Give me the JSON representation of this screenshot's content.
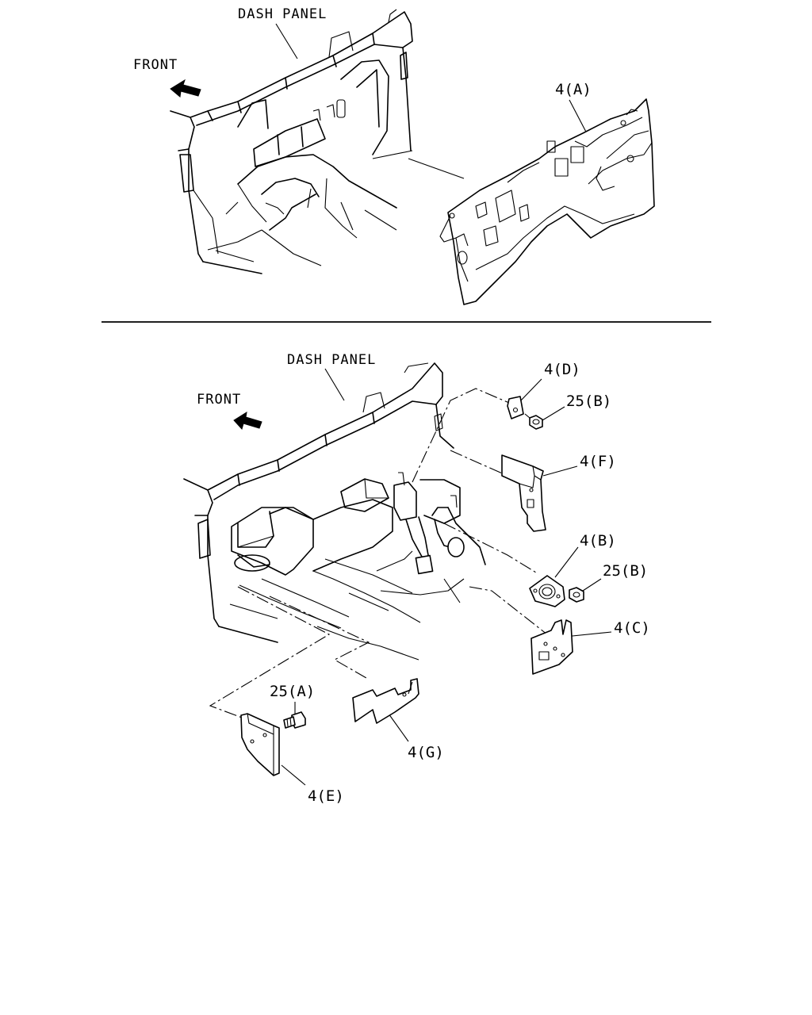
{
  "top": {
    "dash_panel_label": "DASH PANEL",
    "front_label": "FRONT",
    "part_4a_label": "4(A)"
  },
  "bottom": {
    "dash_panel_label": "DASH PANEL",
    "front_label": "FRONT",
    "part_4b_label": "4(B)",
    "part_4c_label": "4(C)",
    "part_4d_label": "4(D)",
    "part_4e_label": "4(E)",
    "part_4f_label": "4(F)",
    "part_4g_label": "4(G)",
    "part_25a_label": "25(A)",
    "part_25b_upper_label": "25(B)",
    "part_25b_lower_label": "25(B)"
  }
}
